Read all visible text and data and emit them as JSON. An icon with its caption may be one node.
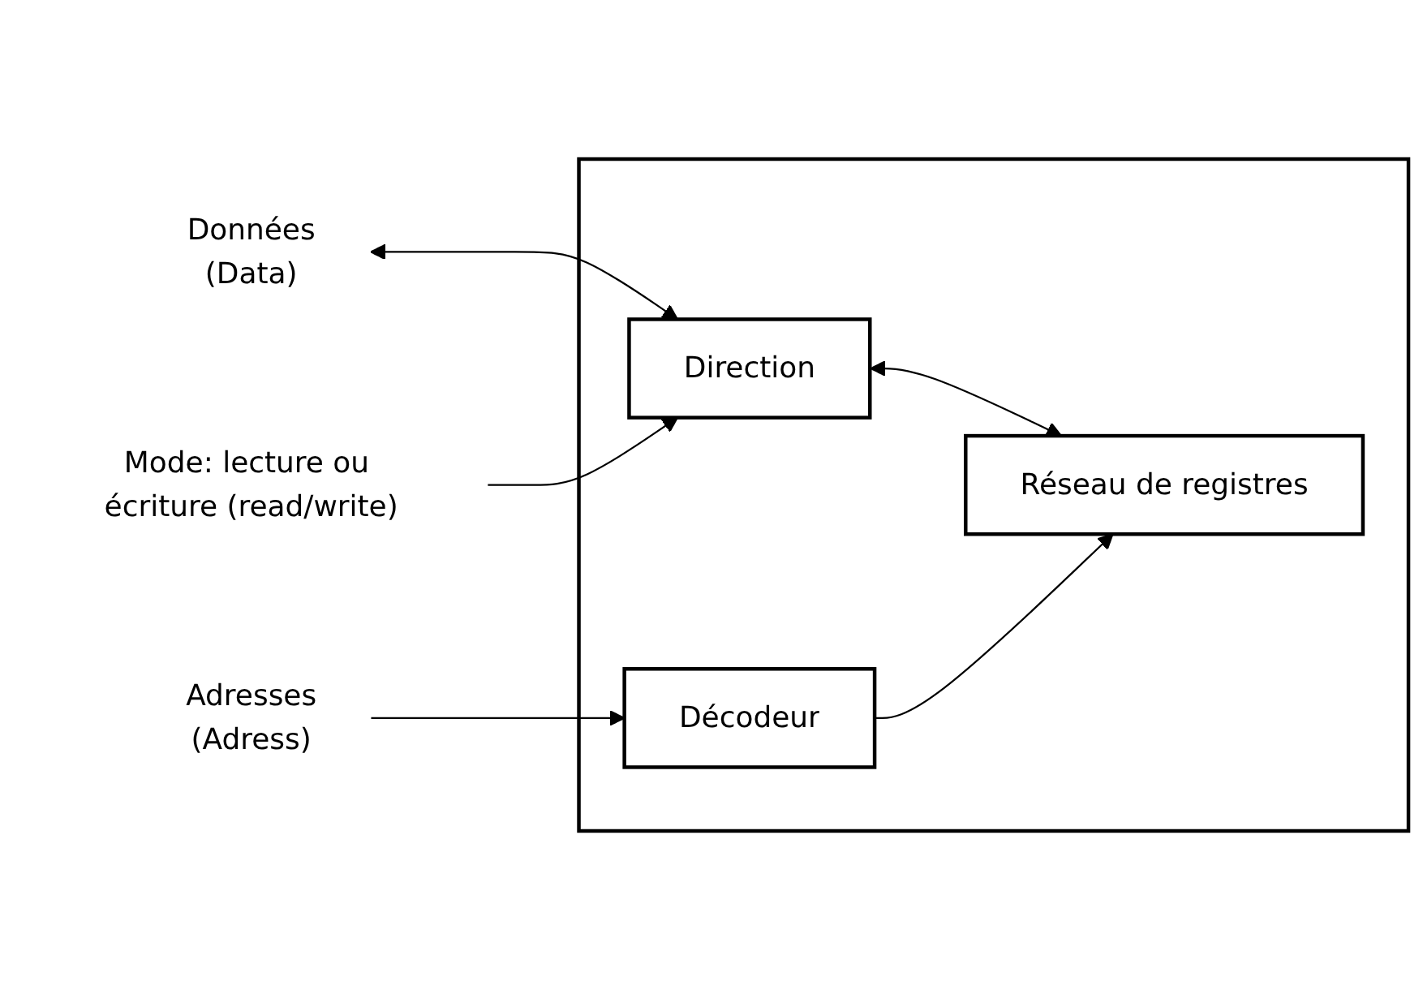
{
  "diagram": {
    "nodes": [
      {
        "text": [],
        "shape": "box"
      },
      {
        "text": [
          "Données",
          "(Data)"
        ]
      },
      {
        "text": [
          "Mode: lecture ou écriture (read/write)"
        ]
      },
      {
        "text": [
          "Adresses",
          "(Adress)"
        ]
      },
      {
        "text": [
          "Direction"
        ],
        "in": 0
      },
      {
        "text": [
          "Réseau de registres"
        ],
        "in": 0
      },
      {
        "text": [
          "Décodeur"
        ],
        "in": 0
      }
    ],
    "edges": [
      {
        "from": 1,
        "to": 4,
        "arrow": "both"
      },
      {
        "from": 4,
        "to": 5,
        "arrow": "both"
      },
      {
        "from": 2,
        "to": 4,
        "arrow": "to"
      },
      {
        "from": 3,
        "to": 6,
        "arrow": "to"
      },
      {
        "from": 6,
        "to": 5,
        "arrow": "to"
      }
    ]
  }
}
